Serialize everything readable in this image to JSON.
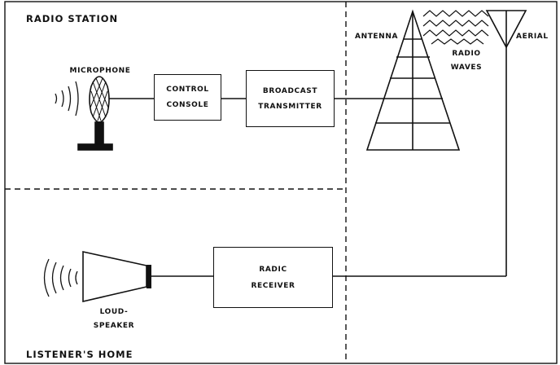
{
  "sections": {
    "radio_station": "RADIO STATION",
    "listeners_home": "LISTENER'S HOME"
  },
  "labels": {
    "microphone": "MICROPHONE",
    "control_console": [
      "CONTROL",
      "CONSOLE"
    ],
    "broadcast_transmitter": [
      "BROADCAST",
      "TRANSMITTER"
    ],
    "antenna": "ANTENNA",
    "radio_waves": [
      "RADIO",
      "WAVES"
    ],
    "aerial": "AERIAL",
    "radio_receiver": [
      "RADIC",
      "RECEIVER"
    ],
    "loudspeaker": [
      "LOUD-",
      "SPEAKER"
    ]
  },
  "colors": {
    "ink": "#111111",
    "paper": "#ffffff"
  }
}
